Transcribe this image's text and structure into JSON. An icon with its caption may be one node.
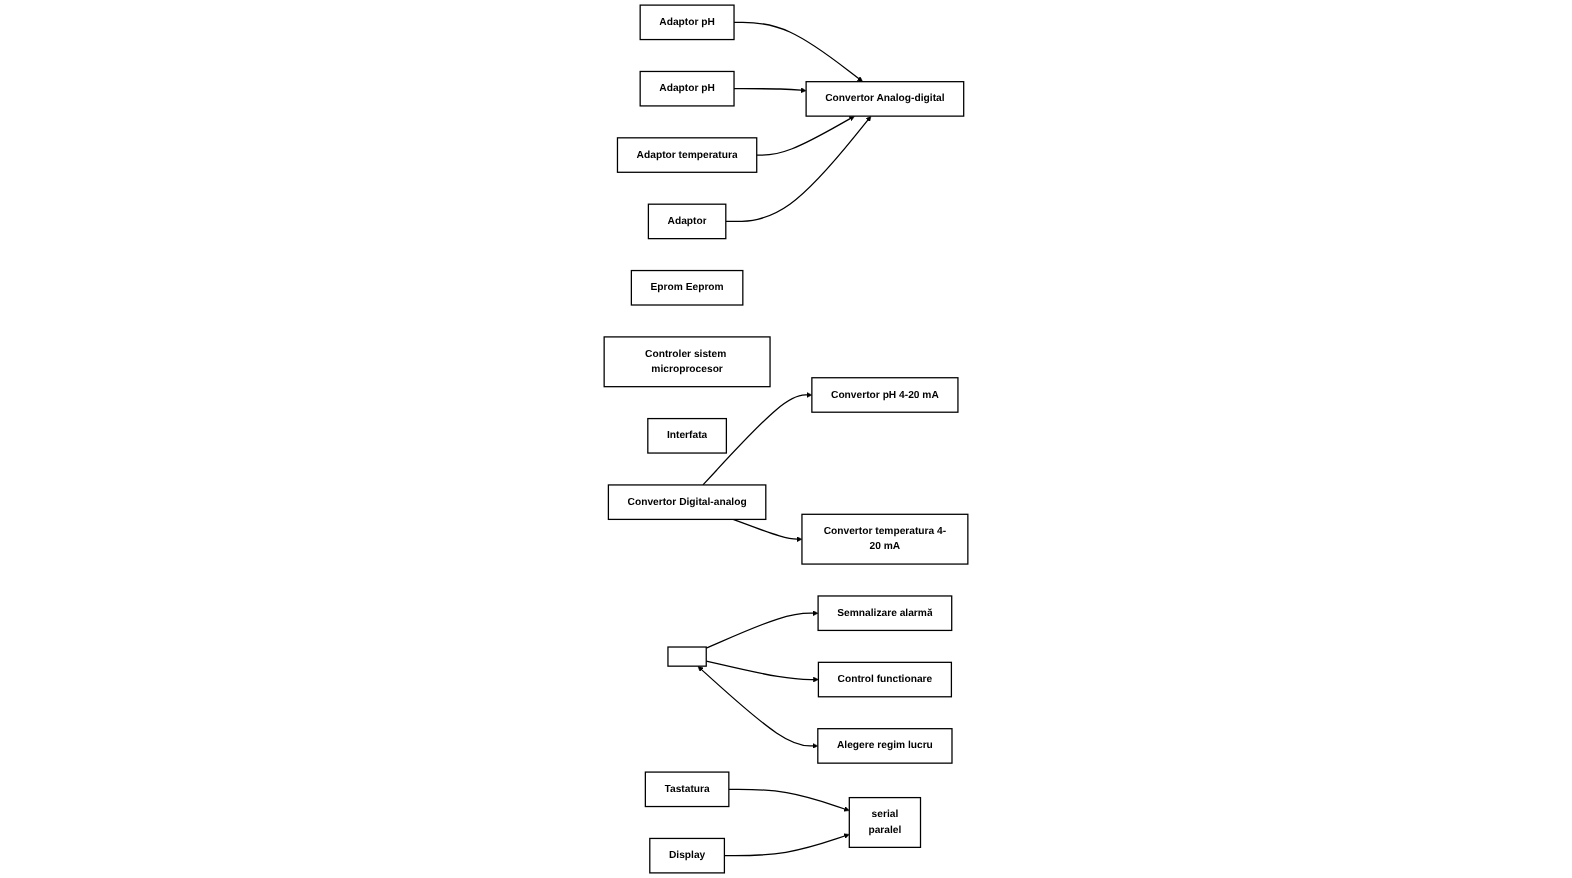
{
  "diagram": {
    "nodes": [
      {
        "text": [
          "Adaptor pH"
        ]
      },
      {
        "text": [
          "Adaptor pH"
        ]
      },
      {
        "text": [
          "Adaptor temperatura"
        ]
      },
      {
        "text": [
          "Adaptor"
        ]
      },
      {
        "text": [
          "Convertor Analog-digital"
        ]
      },
      {
        "text": [
          "Eprom Eeprom"
        ]
      },
      {
        "text": [
          "Controler sistem microprocesor"
        ]
      },
      {
        "text": [
          "Interfata"
        ]
      },
      {
        "text": [
          "serial",
          "paralel"
        ]
      },
      {
        "text": [
          "Convertor Digital-analog"
        ]
      },
      {
        "text": [],
        "shape": "box"
      },
      {
        "text": [
          "Convertor pH 4-20 mA"
        ]
      },
      {
        "text": [
          "Convertor temperatura 4-20 mA"
        ]
      },
      {
        "text": [
          "Semnalizare alarmă"
        ]
      },
      {
        "text": [
          "Control functionare"
        ]
      },
      {
        "text": [
          "Alegere regim lucru"
        ]
      },
      {
        "text": [
          "Tastatura"
        ]
      },
      {
        "text": [
          "Display"
        ]
      }
    ],
    "edges": [
      {
        "from": 0,
        "to": 4,
        "arrow": "to"
      },
      {
        "from": 1,
        "to": 4,
        "arrow": "to"
      },
      {
        "from": 2,
        "to": 4,
        "arrow": "to"
      },
      {
        "from": 3,
        "to": 4,
        "arrow": "to"
      },
      {
        "from": 9,
        "to": 11,
        "arrow": "to"
      },
      {
        "from": 9,
        "to": 12,
        "arrow": "to"
      },
      {
        "from": 10,
        "to": 13,
        "arrow": "to"
      },
      {
        "from": 10,
        "to": 14,
        "arrow": "to"
      },
      {
        "from": 10,
        "to": 15,
        "arrow": "both"
      },
      {
        "from": 16,
        "to": 8,
        "arrow": "to"
      },
      {
        "from": 17,
        "to": 8,
        "arrow": "to"
      }
    ]
  }
}
